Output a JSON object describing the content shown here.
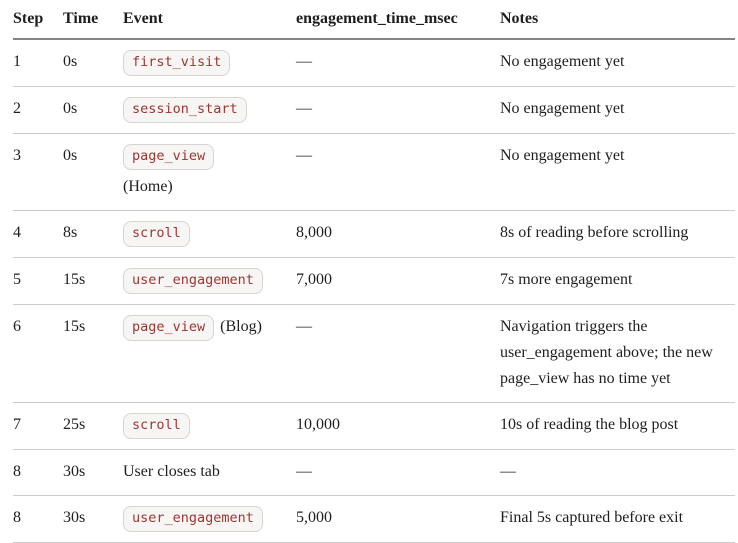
{
  "table": {
    "columns": [
      {
        "key": "step",
        "label": "Step"
      },
      {
        "key": "time",
        "label": "Time"
      },
      {
        "key": "event",
        "label": "Event"
      },
      {
        "key": "engagement",
        "label": "engagement_time_msec"
      },
      {
        "key": "notes",
        "label": "Notes"
      }
    ],
    "rows": [
      {
        "step": "1",
        "time": "0s",
        "event_code": "first_visit",
        "engagement": "—",
        "notes": "No engagement yet"
      },
      {
        "step": "2",
        "time": "0s",
        "event_code": "session_start",
        "engagement": "—",
        "notes": "No engagement yet"
      },
      {
        "step": "3",
        "time": "0s",
        "event_code": "page_view",
        "event_suffix": "(Home)",
        "suffix_on_new_line": true,
        "engagement": "—",
        "notes": "No engagement yet"
      },
      {
        "step": "4",
        "time": "8s",
        "event_code": "scroll",
        "engagement": "8,000",
        "notes": "8s of reading before scrolling"
      },
      {
        "step": "5",
        "time": "15s",
        "event_code": "user_engagement",
        "engagement": "7,000",
        "notes": "7s more engagement"
      },
      {
        "step": "6",
        "time": "15s",
        "event_code": "page_view",
        "event_suffix": "(Blog)",
        "suffix_on_new_line": false,
        "engagement": "—",
        "notes": "Navigation triggers the user_engagement above; the new page_view has no time yet"
      },
      {
        "step": "7",
        "time": "25s",
        "event_code": "scroll",
        "engagement": "10,000",
        "notes": "10s of reading the blog post"
      },
      {
        "step": "8",
        "time": "30s",
        "event_text": "User closes tab",
        "engagement": "—",
        "notes": "—"
      },
      {
        "step": "8",
        "time": "30s",
        "event_code": "user_engagement",
        "engagement": "5,000",
        "notes": "Final 5s captured before exit"
      }
    ]
  },
  "colors": {
    "text": "#1e1e1e",
    "badge_text": "#9e3530",
    "badge_bg": "#f7f6f4",
    "badge_border": "#d8d5d1",
    "header_rule": "#848484",
    "row_rule": "#cccccc",
    "page_bg": "#ffffff"
  }
}
